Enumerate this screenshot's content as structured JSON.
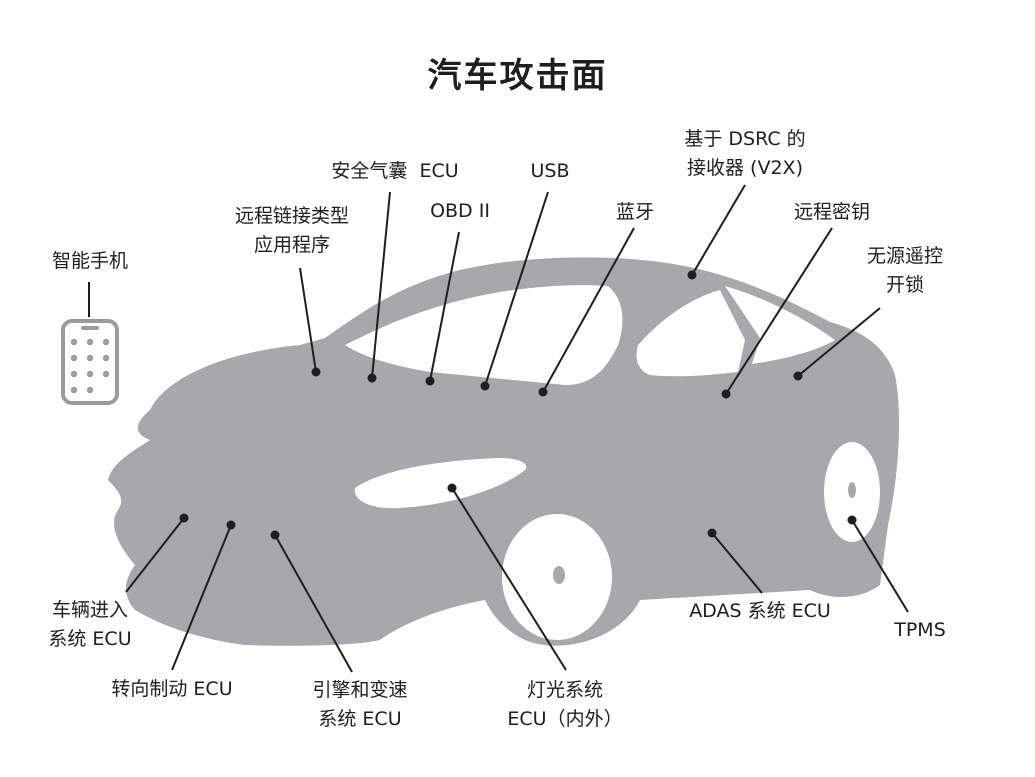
{
  "title": "汽车攻击面",
  "labels": {
    "smartphone": "智能手机",
    "remote_link_app": [
      "远程链接类型",
      "应用程序"
    ],
    "airbag_ecu": "安全气囊  ECU",
    "obd": "OBD II",
    "usb": "USB",
    "bluetooth": "蓝牙",
    "dsrc": [
      "基于 DSRC 的",
      "接收器 (V2X)"
    ],
    "remote_key": "远程密钥",
    "keyless": [
      "无源遥控",
      "开锁"
    ],
    "vehicle_entry": [
      "车辆进入",
      "系统 ECU"
    ],
    "steering_brake": "转向制动 ECU",
    "engine_trans": [
      "引擎和变速",
      "系统 ECU"
    ],
    "lighting": [
      "灯光系统",
      "ECU（内外）"
    ],
    "adas": "ADAS 系统 ECU",
    "tpms": "TPMS"
  },
  "colors": {
    "car_body": "#a7a8ab",
    "window": "#ffffff",
    "line": "#1e1e1e",
    "phone_outline": "#9a9b9e"
  },
  "icons": {
    "phone": "smartphone-icon",
    "car": "car-silhouette-icon"
  }
}
